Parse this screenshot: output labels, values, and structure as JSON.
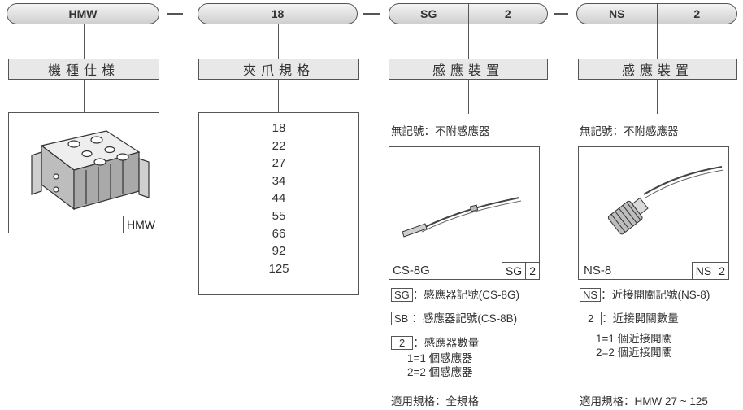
{
  "code": {
    "hmw": "HMW",
    "size": "18",
    "sensor_type": "SG",
    "sensor_qty": "2",
    "prox_type": "NS",
    "prox_qty": "2"
  },
  "labels": {
    "model": "機種仕様",
    "jaw_size": "夾爪規格",
    "sensor": "感應裝置",
    "prox": "感應裝置"
  },
  "model_box": {
    "caption": "HMW"
  },
  "sizes": [
    "18",
    "22",
    "27",
    "34",
    "44",
    "55",
    "66",
    "92",
    "125"
  ],
  "sensor_col": {
    "no_mark": "無記號：不附感應器",
    "product_name": "CS-8G",
    "badge_code": "SG",
    "badge_qty": "2",
    "notes": [
      {
        "tag": "SG",
        "text": "：感應器記號(CS-8G)"
      },
      {
        "tag": "SB",
        "text": "：感應器記號(CS-8B)"
      },
      {
        "tag": "2",
        "text": "：感應器數量"
      }
    ],
    "qty_opt1": "1=1 個感應器",
    "qty_opt2": "2=2 個感應器",
    "applicable": "適用規格：全規格"
  },
  "prox_col": {
    "no_mark": "無記號：不附感應器",
    "product_name": "NS-8",
    "badge_code": "NS",
    "badge_qty": "2",
    "notes": [
      {
        "tag": "NS",
        "text": "：近接開關記號(NS-8)"
      },
      {
        "tag": "2",
        "text": "：近接開關數量"
      }
    ],
    "qty_opt1": "1=1 個近接開關",
    "qty_opt2": "2=2 個近接開關",
    "applicable": "適用規格：HMW  27 ~ 125"
  },
  "colors": {
    "line": "#555555",
    "label_bg": "#e8e8e8"
  }
}
